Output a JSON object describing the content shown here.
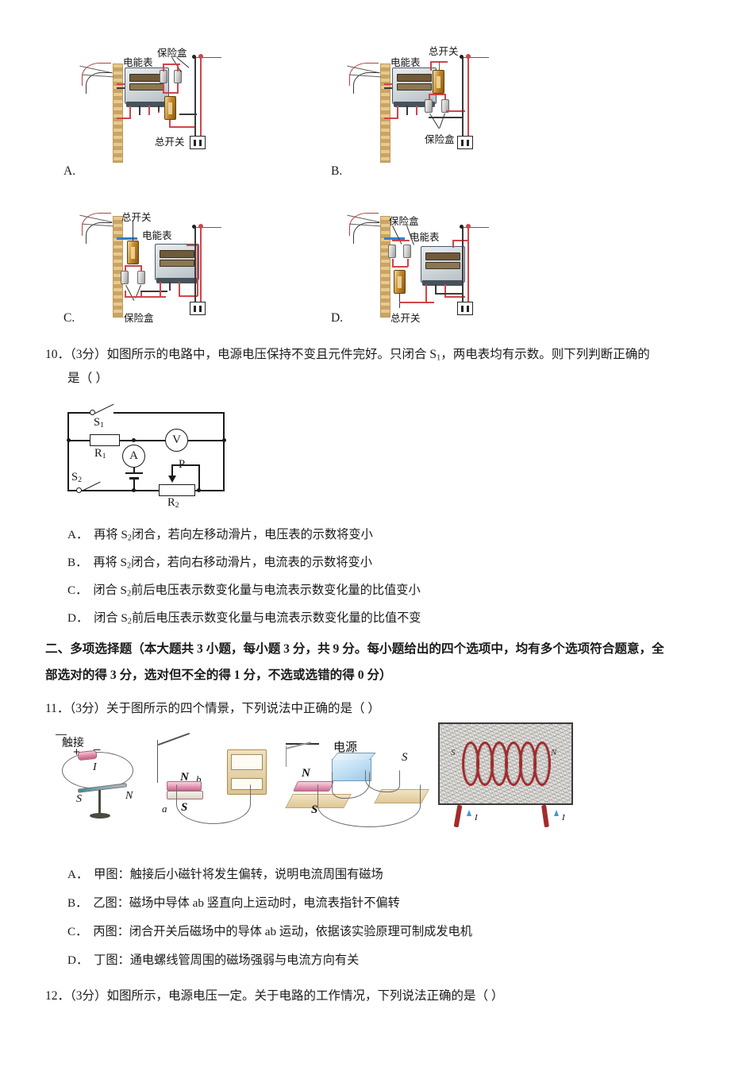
{
  "document": {
    "type": "physics-exam-page",
    "language": "zh-CN"
  },
  "q9_choices": {
    "items": [
      {
        "letter": "A.",
        "labels": {
          "meter": "电能表",
          "fuse_box": "保险盒",
          "main_switch": "总开关"
        },
        "order": "电能表 → 保险盒 → 总开关"
      },
      {
        "letter": "B.",
        "labels": {
          "meter": "电能表",
          "main_switch": "总开关",
          "fuse_box": "保险盒"
        },
        "order": "电能表 → 总开关 → 保险盒"
      },
      {
        "letter": "C.",
        "labels": {
          "main_switch": "总开关",
          "meter": "电能表",
          "fuse_box": "保险盒"
        },
        "order": "总开关 → 保险盒 → 电能表"
      },
      {
        "letter": "D.",
        "labels": {
          "fuse_box": "保险盒",
          "meter": "电能表",
          "main_switch": "总开关"
        },
        "order": "保险盒 → 总开关 → 电能表"
      }
    ]
  },
  "q10": {
    "number": "10．",
    "marks": "（3分）",
    "stem_line1": "如图所示的电路中，电源电压保持不变且元件完好。只闭合 S",
    "stem_line1_sub": "1",
    "stem_line1_tail": "，两电表均有示数。则下列判断正确的",
    "stem_line2": "是（      ）",
    "circuit": {
      "switch1": "S",
      "switch1_sub": "1",
      "switch2": "S",
      "switch2_sub": "2",
      "resistor1": "R",
      "resistor1_sub": "1",
      "resistor2": "R",
      "resistor2_sub": "2",
      "ammeter": "A",
      "voltmeter": "V",
      "slider": "P"
    },
    "options": [
      {
        "letter": "A．",
        "pre": "再将 S",
        "sub": "2",
        "post": "闭合，若向左移动滑片，电压表的示数将变小"
      },
      {
        "letter": "B．",
        "pre": "再将 S",
        "sub": "2",
        "post": "闭合，若向右移动滑片，电流表的示数将变小"
      },
      {
        "letter": "C．",
        "pre": "闭合 S",
        "sub": "2",
        "post": "前后电压表示数变化量与电流表示数变化量的比值变小"
      },
      {
        "letter": "D．",
        "pre": "闭合 S",
        "sub": "2",
        "post": "前后电压表示数变化量与电流表示数变化量的比值不变"
      }
    ]
  },
  "section2": {
    "line1": "二、多项选择题（本大题共 3 小题，每小题 3 分，共 9 分。每小题给出的四个选项中，均有多个选项符合题意，全",
    "line2": "部选对的得 3 分，选对但不全的得 1 分，不选或选错的得 0 分）"
  },
  "q11": {
    "number": "11．",
    "marks": "（3分）",
    "stem": "关于图所示的四个情景，下列说法中正确的是（      ）",
    "figures": {
      "fig1": {
        "contact": "触接",
        "plus": "+",
        "minus": "_",
        "current": "I",
        "north": "N",
        "south": "S"
      },
      "fig2": {
        "north": "N",
        "south": "S",
        "end_a": "a",
        "end_b": "b"
      },
      "fig3": {
        "power_source": "电源",
        "north": "N",
        "south": "S",
        "switch": "S"
      },
      "fig4": {
        "north": "N",
        "south": "S",
        "current_left": "I",
        "current_right": "I"
      }
    },
    "options": [
      {
        "letter": "A．",
        "text": "甲图：触接后小磁针将发生偏转，说明电流周围有磁场"
      },
      {
        "letter": "B．",
        "text": "乙图：磁场中导体 ab 竖直向上运动时，电流表指针不偏转"
      },
      {
        "letter": "C．",
        "text": "丙图：闭合开关后磁场中的导体 ab 运动，依据该实验原理可制成发电机"
      },
      {
        "letter": "D．",
        "text": "丁图：通电螺线管周围的磁场强弱与电流方向有关"
      }
    ]
  },
  "q12": {
    "number": "12．",
    "marks": "（3分）",
    "stem": "如图所示，电源电压一定。关于电路的工作情况，下列说法正确的是（      ）"
  },
  "colors": {
    "wire_live": "#d0454a",
    "wire_neutral": "#3a3a3a",
    "wire_ground": "#2f7fd0",
    "text": "#1a1a1a",
    "coil": "#a32b2b",
    "magnet": "#e79ab6"
  }
}
